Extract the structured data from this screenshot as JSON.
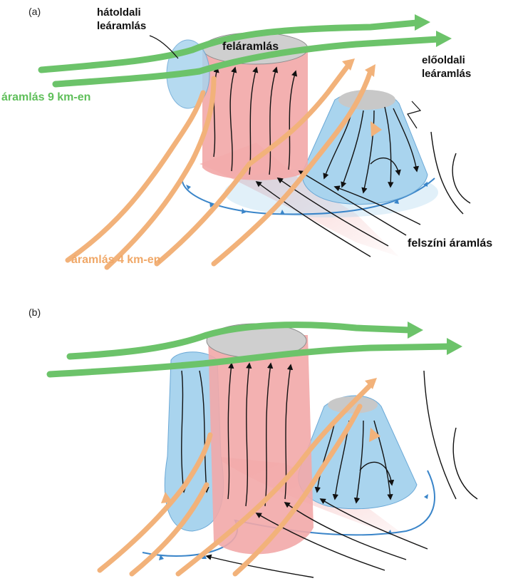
{
  "panels": {
    "a": {
      "tag": "(a)",
      "labels": {
        "rear_downdraft_line1": "hátoldali",
        "rear_downdraft_line2": "leáramlás",
        "updraft": "feláramlás",
        "forward_downdraft_line1": "előoldali",
        "forward_downdraft_line2": "leáramlás",
        "flow_9km": "áramlás 9 km-en",
        "flow_4km": "áramlás 4 km-en",
        "surface_flow": "felszíni áramlás"
      }
    },
    "b": {
      "tag": "(b)"
    }
  },
  "colors": {
    "upper_flow": "#6cc36a",
    "mid_flow": "#f2b27a",
    "updraft": "#f2a9a9",
    "downdraft": "#a9d4ee",
    "gust_front": "#3a85c9",
    "streamline": "#111111",
    "label_green": "#5fbf5a",
    "label_orange": "#f0a868"
  }
}
